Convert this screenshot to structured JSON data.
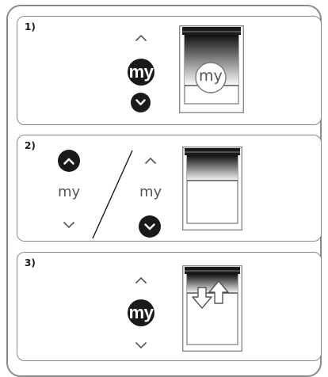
{
  "steps": [
    {
      "label": "1)",
      "my_button": "my",
      "blind_badge": "my"
    },
    {
      "label": "2)",
      "my_left": "my",
      "my_right": "my"
    },
    {
      "label": "3)",
      "my_button": "my"
    }
  ],
  "colors": {
    "button": "#1a1a1a",
    "outline": "#8a8a8a",
    "icon_gray": "#555555"
  },
  "icons": [
    "chevron-up-icon",
    "chevron-down-icon",
    "window-blind-icon",
    "up-down-arrows-icon"
  ]
}
